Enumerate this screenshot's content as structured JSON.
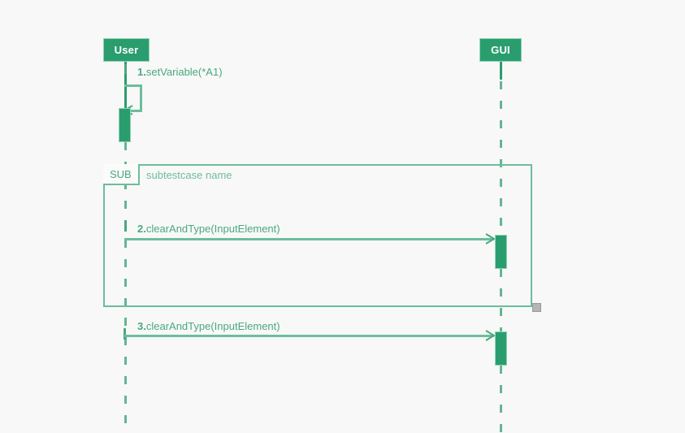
{
  "diagram": {
    "type": "uml-sequence-diagram",
    "background_color": "#f8f8f8",
    "accent_color": "#2a9d6e",
    "line_color": "#6dbd9b",
    "text_color": "#4aa87f"
  },
  "participants": [
    {
      "id": "user",
      "label": "User"
    },
    {
      "id": "gui",
      "label": "GUI"
    }
  ],
  "messages": [
    {
      "number": "1.",
      "name": "setVariable(*A1)",
      "full_label": "1.setVariable(*A1)",
      "from": "User",
      "to": "User",
      "kind": "self-message"
    },
    {
      "number": "2.",
      "name": "clearAndType(InputElement)",
      "full_label": "2.clearAndType(InputElement)",
      "from": "User",
      "to": "GUI",
      "kind": "synchronous-call"
    },
    {
      "number": "3.",
      "name": "clearAndType(InputElement)",
      "full_label": "3.clearAndType(InputElement)",
      "from": "User",
      "to": "GUI",
      "kind": "synchronous-call"
    }
  ],
  "fragment": {
    "operator": "SUB",
    "name": "subtestcase name",
    "selected": true
  }
}
